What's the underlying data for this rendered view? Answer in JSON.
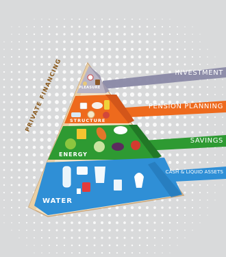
{
  "pyramid": {
    "side_label": "PRIVATE FINANCING",
    "tiers": [
      {
        "key": "pleasure",
        "label": "PLEASURE",
        "color": "#b9b4c4"
      },
      {
        "key": "structure",
        "label": "STRUCTURE",
        "color": "#ee6a1d"
      },
      {
        "key": "energy",
        "label": "ENERGY",
        "color": "#2e9a32"
      },
      {
        "key": "water",
        "label": "WATER",
        "color": "#2f8fd6"
      }
    ]
  },
  "banners": [
    {
      "key": "investment",
      "label": "INVESTMENT",
      "color": "#8a89a6"
    },
    {
      "key": "pension",
      "label": "PENSION PLANNING",
      "color": "#ee6a1d"
    },
    {
      "key": "savings",
      "label": "SAVINGS",
      "color": "#2e9a32"
    },
    {
      "key": "cash",
      "label": "CASH & LIQUID ASSETS",
      "color": "#2f8fd6"
    }
  ],
  "colors": {
    "background": "#d9dadb",
    "dots": "#ffffff",
    "frame": "#f3e2c4",
    "frame_edge": "#caa67a"
  }
}
